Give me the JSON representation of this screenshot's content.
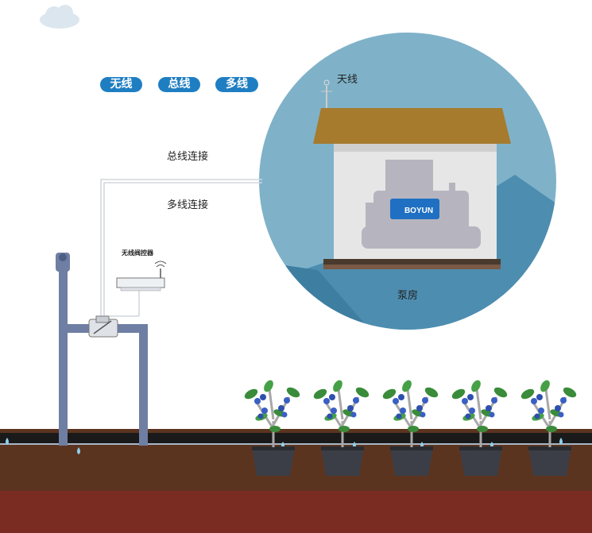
{
  "tabs": [
    {
      "label": "无线",
      "color": "#1f7ec2"
    },
    {
      "label": "总线",
      "color": "#1f7ec2"
    },
    {
      "label": "多线",
      "color": "#1f7ec2"
    }
  ],
  "labels": {
    "bus_connection": "总线连接",
    "multi_connection": "多线连接",
    "wireless_controller": "无线阀控器",
    "antenna": "天线",
    "pump_house": "泵房",
    "brand": "BOYUN"
  },
  "colors": {
    "circle_bg": "#7fb2c9",
    "pipe": "#6f7ea3",
    "soil": "#5b3420",
    "roof": "#a67b2e",
    "drip_line": "#1a1a1a",
    "plant_leaf": "#3a8c3a",
    "berry": "#3a5fc4"
  },
  "icons": [
    "cloud-icon",
    "antenna-icon",
    "valve-icon",
    "controller-icon",
    "water-drop-icon",
    "blueberry-plant-icon",
    "pump-icon"
  ]
}
